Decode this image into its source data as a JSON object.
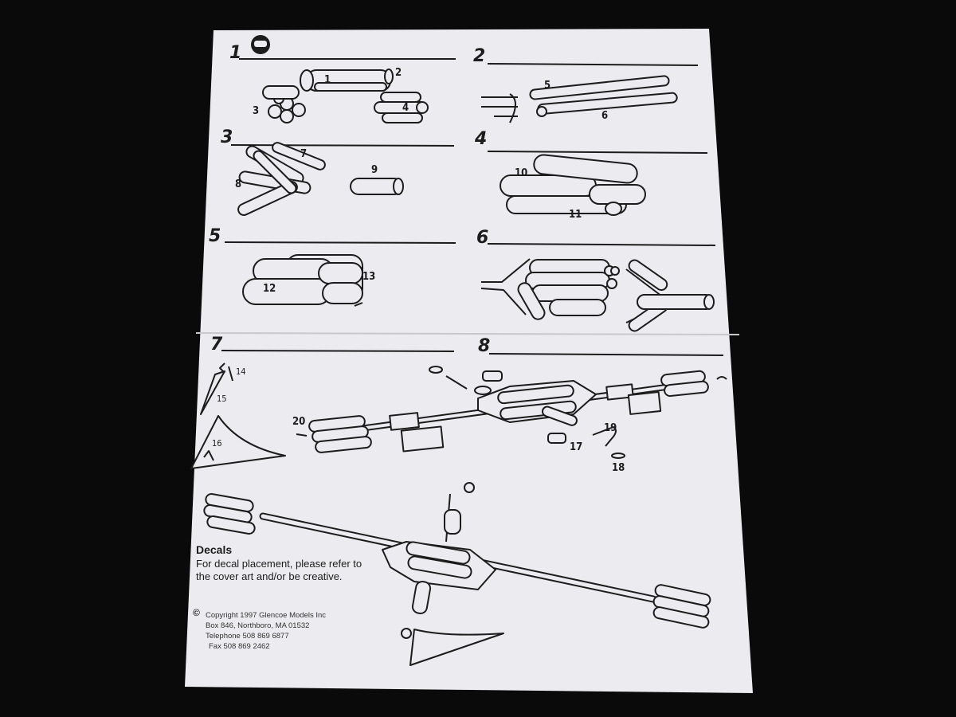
{
  "steps": [
    "1",
    "2",
    "3",
    "4",
    "5",
    "6",
    "7",
    "8"
  ],
  "parts": {
    "p1": "1",
    "p2": "2",
    "p3": "3",
    "p4": "4",
    "p5": "5",
    "p6": "6",
    "p7": "7",
    "p8": "8",
    "p9": "9",
    "p10": "10",
    "p11": "11",
    "p12": "12",
    "p13": "13",
    "p14": "14",
    "p15": "15",
    "p16": "16",
    "p17": "17",
    "p18": "18",
    "p19": "19",
    "p20": "20"
  },
  "decals": {
    "title": "Decals",
    "body": "For decal placement, please refer to the cover art and/or be creative."
  },
  "copyright": {
    "symbol": "©",
    "line1": "Copyright 1997 Glencoe Models Inc",
    "line2": "Box 846, Northboro, MA 01532",
    "line3": "Telephone 508 869 6877",
    "line4": "Fax 508 869 2462"
  },
  "colors": {
    "paper": "#ecebef",
    "ink": "#1c1c1c",
    "background": "#0a0a0a"
  },
  "icons": [
    "glencoe-logo-icon"
  ]
}
